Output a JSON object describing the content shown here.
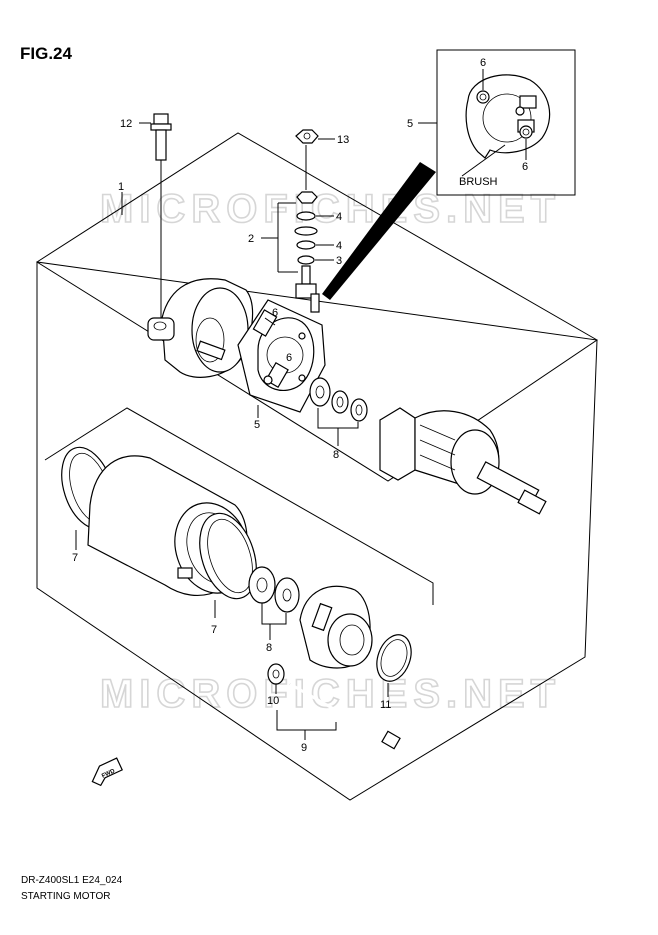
{
  "figure": {
    "title": "FIG.24"
  },
  "watermark": "MICROFICHES.NET",
  "inset": {
    "label": "BRUSH"
  },
  "callouts": {
    "c1": "1",
    "c2": "2",
    "c3": "3",
    "c4a": "4",
    "c4b": "4",
    "c5a": "5",
    "c5b": "5",
    "c6a": "6",
    "c6b": "6",
    "c6c": "6",
    "c6d": "6",
    "c7a": "7",
    "c7b": "7",
    "c8a": "8",
    "c8b": "8",
    "c9": "9",
    "c10": "10",
    "c11": "11",
    "c12": "12",
    "c13": "13"
  },
  "direction_arrow": {
    "label": "FWD",
    "icon": "fwd-arrow-icon"
  },
  "footer": {
    "code": "DR-Z400SL1 E24_024",
    "caption": "STARTING MOTOR"
  }
}
